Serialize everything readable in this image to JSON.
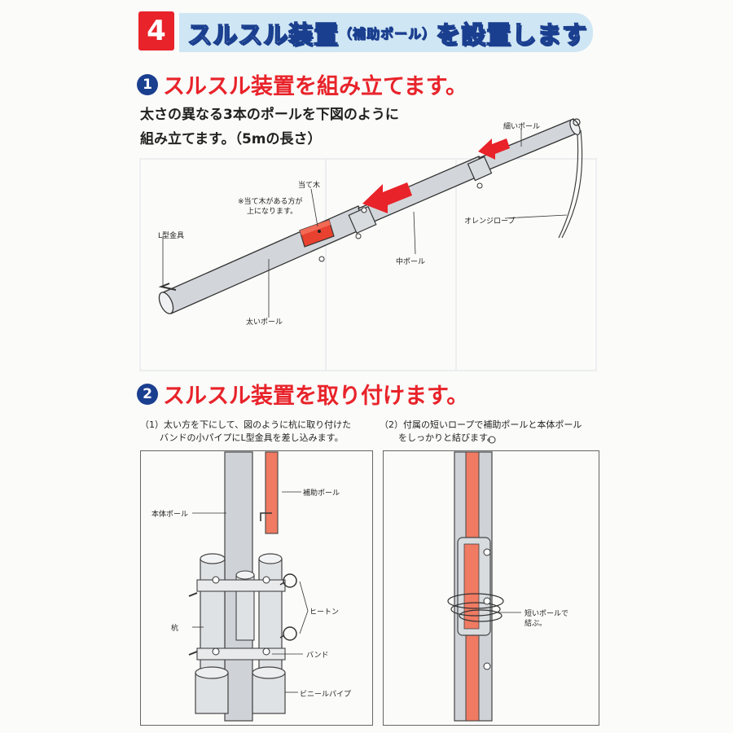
{
  "header": {
    "step_number": "4",
    "title_main": "スルスル装置",
    "title_paren": "（補助ポール）",
    "title_tail": "を設置します"
  },
  "section1": {
    "number": "1",
    "heading": "スルスル装置を組み立てます。",
    "line1": "太さの異なる3本のポールを下図のように",
    "line2": "組み立てます。（5mの長さ）",
    "labels": {
      "thin_pole": "細いポール",
      "block": "当て木",
      "note1": "※当て木がある方が",
      "note2": "上になります。",
      "orange_rope": "オレンジロープ",
      "l_bracket": "L型金具",
      "mid_pole": "中ポール",
      "thick_pole": "太いポール"
    }
  },
  "section2": {
    "number": "2",
    "heading": "スルスル装置を取り付けます。",
    "caption1_line1": "（1）太い方を下にして、図のように杭に取り付けた",
    "caption1_line2": "バンドの小パイプにL型金具を差し込みます。",
    "caption2_line1": "（2）付属の短いロープで補助ポールと本体ポール",
    "caption2_line2": "をしっかりと結びます。",
    "labels": {
      "aux_pole": "補助ポール",
      "main_pole": "本体ポール",
      "eyelet": "ヒートン",
      "stake": "杭",
      "band": "バンド",
      "vinyl_pipe": "ビニールパイプ",
      "tie1": "短いポールで",
      "tie2": "結ぶ。"
    }
  },
  "colors": {
    "accent_red": "#e8232a",
    "navy": "#1b3f8f",
    "pole_gray": "#cfd3d8",
    "aux_orange": "#f07a62"
  }
}
